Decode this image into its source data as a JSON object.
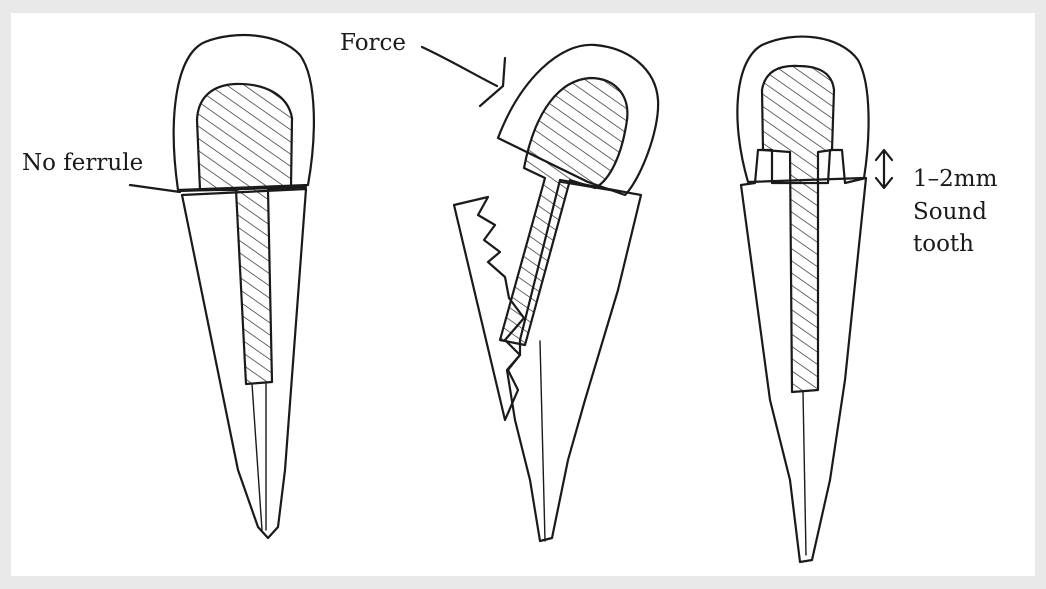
{
  "labels": {
    "no_ferrule": "No ferrule",
    "force": "Force",
    "measure_1": "1–2mm",
    "measure_2": "Sound",
    "measure_3": "tooth"
  }
}
